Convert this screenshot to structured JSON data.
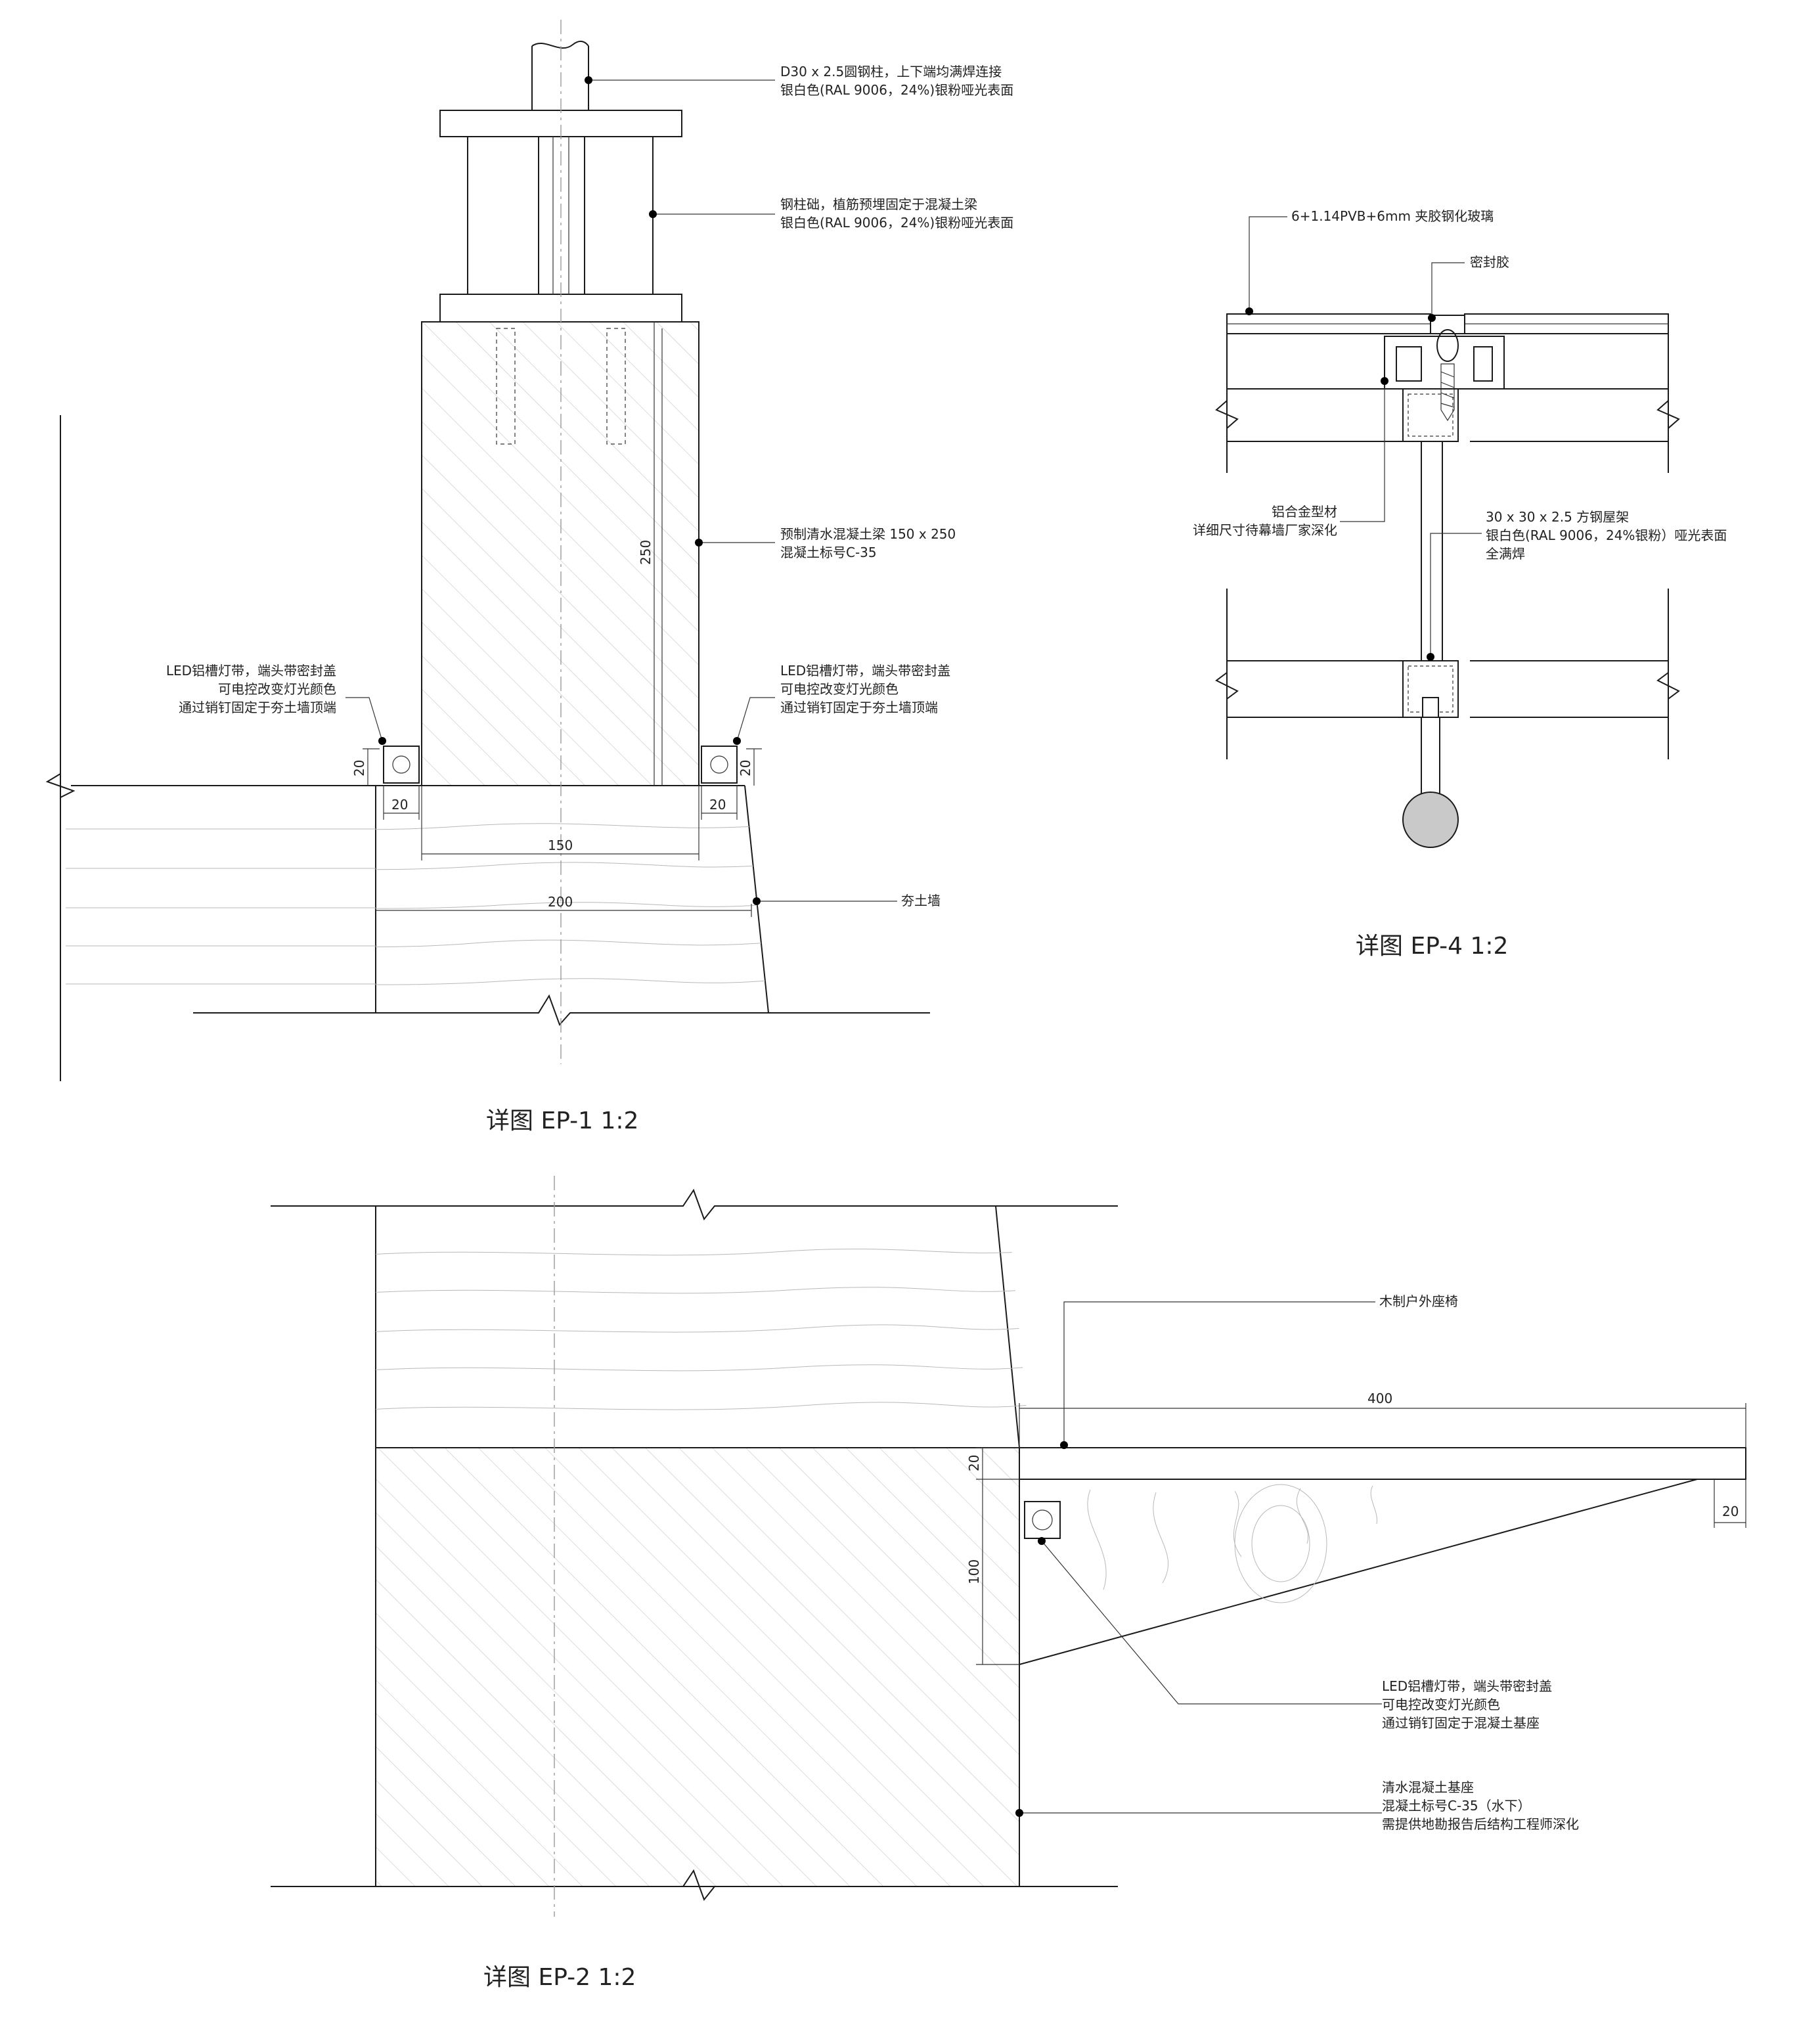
{
  "ep1": {
    "caption": "详图 EP-1 1:2",
    "notes": {
      "column": [
        "D30 x 2.5圆钢柱，上下端均满焊连接",
        "银白色(RAL 9006，24%)银粉哑光表面"
      ],
      "base": [
        "钢柱础，植筋预埋固定于混凝土梁",
        "银白色(RAL 9006，24%)银粉哑光表面"
      ],
      "beam": [
        "预制清水混凝土梁 150 x 250",
        "混凝土标号C-35"
      ],
      "led_left": [
        "LED铝槽灯带，端头带密封盖",
        "可电控改变灯光颜色",
        "通过销钉固定于夯土墙顶端"
      ],
      "led_right": [
        "LED铝槽灯带，端头带密封盖",
        "可电控改变灯光颜色",
        "通过销钉固定于夯土墙顶端"
      ],
      "wall": "夯土墙"
    },
    "dims": {
      "h250": "250",
      "h20a": "20",
      "h20b": "20",
      "w20a": "20",
      "w20b": "20",
      "w150": "150",
      "w200": "200"
    }
  },
  "ep4": {
    "caption": "详图 EP-4  1:2",
    "notes": {
      "glass": "6+1.14PVB+6mm 夹胶钢化玻璃",
      "sealant": "密封胶",
      "profile": [
        "铝合金型材",
        "详细尺寸待幕墙厂家深化"
      ],
      "frame": [
        "30 x 30 x 2.5 方钢屋架",
        "银白色(RAL 9006，24%银粉）哑光表面",
        "全满焊"
      ]
    }
  },
  "ep2": {
    "caption": "详图 EP-2 1:2",
    "notes": {
      "bench": "木制户外座椅",
      "led": [
        "LED铝槽灯带，端头带密封盖",
        "可电控改变灯光颜色",
        "通过销钉固定于混凝土基座"
      ],
      "base": [
        "清水混凝土基座",
        "混凝土标号C-35（水下）",
        "需提供地勘报告后结构工程师深化"
      ]
    },
    "dims": {
      "w400": "400",
      "h20": "20",
      "h100": "100",
      "w20": "20"
    }
  }
}
